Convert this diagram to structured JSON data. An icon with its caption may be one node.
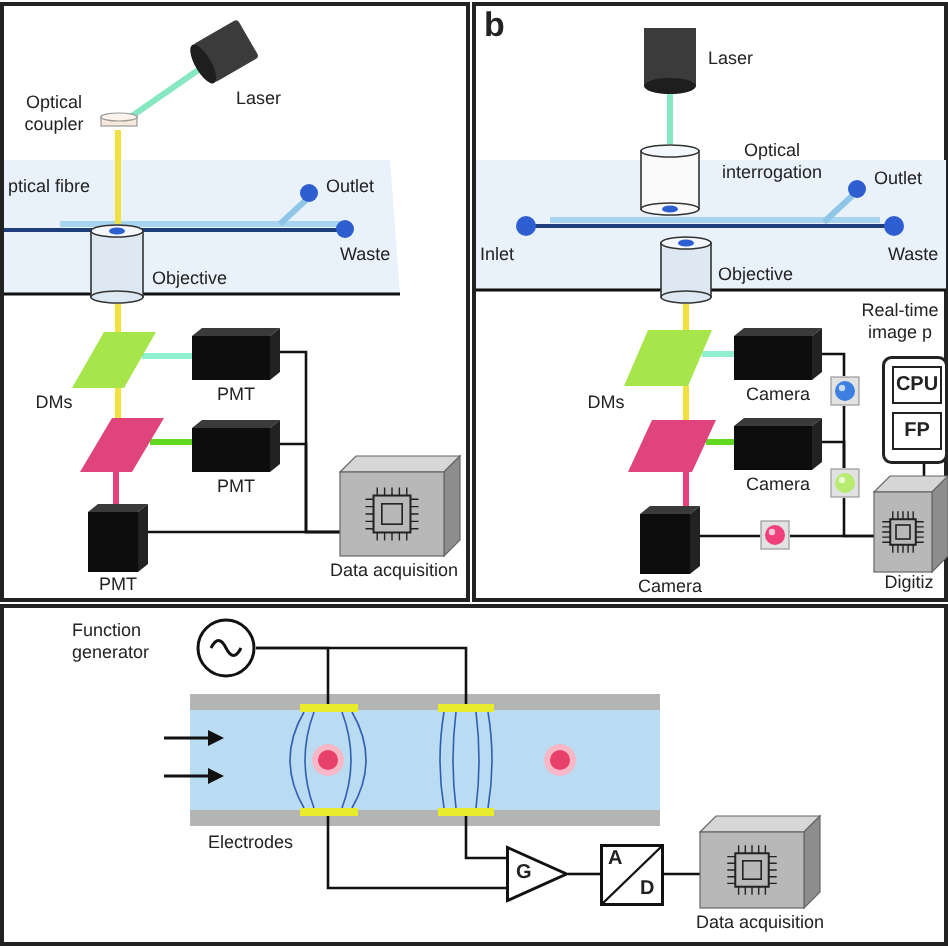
{
  "diagram": {
    "nodes": [
      {
        "text": [
          "Laser"
        ]
      },
      {
        "text": [
          "Optical coupler"
        ]
      },
      {
        "text": [
          "Outlet"
        ]
      },
      {
        "text": [
          "Waste"
        ]
      },
      {
        "text": [
          "Objective"
        ]
      },
      {
        "text": [],
        "shape": "parallelogram"
      },
      {
        "text": [],
        "shape": "parallelogram"
      },
      {
        "text": [
          "PMT"
        ]
      },
      {
        "text": [
          "PMT"
        ]
      },
      {
        "text": [
          "PMT"
        ]
      },
      {
        "text": [
          "Data acquisition"
        ]
      },
      {
        "text": [
          "Laser"
        ]
      },
      {
        "text": [
          "Optical interrogation"
        ]
      },
      {
        "text": [
          "Inlet"
        ]
      },
      {
        "text": [
          "Outlet"
        ]
      },
      {
        "text": [
          "Waste"
        ]
      },
      {
        "text": [
          "Objective"
        ]
      },
      {
        "text": [],
        "shape": "parallelogram"
      },
      {
        "text": [],
        "shape": "parallelogram"
      },
      {
        "text": [
          "Camera"
        ]
      },
      {
        "text": [
          "Camera"
        ]
      },
      {
        "text": [
          "Camera"
        ]
      },
      {
        "text": [],
        "shape": "box"
      },
      {
        "text": [],
        "shape": "box"
      },
      {
        "text": [],
        "shape": "box"
      },
      {
        "text": [
          "Real-time image p"
        ]
      },
      {
        "text": [
          "CPU"
        ],
        "in": 25
      },
      {
        "text": [
          "FP"
        ],
        "in": 25
      },
      {
        "text": [
          "Digitiz"
        ]
      },
      {
        "text": [
          "Function generator"
        ]
      },
      {
        "text": [],
        "shape": "bar"
      },
      {
        "text": [],
        "shape": "bar"
      },
      {
        "text": [],
        "shape": "bar"
      },
      {
        "text": [],
        "shape": "bar"
      },
      {
        "text": [
          "G"
        ]
      },
      {
        "text": [
          "A",
          "D"
        ]
      },
      {
        "text": [
          "Data acquisition"
        ]
      }
    ],
    "edges": [
      {
        "from": 0,
        "to": 1,
        "arrow": "none",
        "style": "thick",
        "color": "#86e8c0"
      },
      {
        "from": 1,
        "to": 4,
        "arrow": "none",
        "style": "thick",
        "color": "#f0e040"
      },
      {
        "from": 4,
        "to": 5,
        "arrow": "none",
        "style": "thick",
        "color": "#f0e040"
      },
      {
        "from": 5,
        "to": 7,
        "arrow": "none",
        "style": "thick",
        "color": "#8ff0d0"
      },
      {
        "from": 5,
        "to": 6,
        "arrow": "none",
        "style": "thick",
        "color": "#f0e040"
      },
      {
        "from": 6,
        "to": 8,
        "arrow": "none",
        "style": "thick",
        "color": "#5fd81e"
      },
      {
        "from": 6,
        "to": 9,
        "arrow": "none",
        "style": "thick",
        "color": "#e6407e"
      },
      {
        "from": 7,
        "to": 10,
        "arrow": "none"
      },
      {
        "from": 8,
        "to": 10,
        "arrow": "none"
      },
      {
        "from": 9,
        "to": 10,
        "arrow": "none"
      },
      {
        "from": 11,
        "to": 12,
        "arrow": "none",
        "style": "thick",
        "color": "#86e8c0"
      },
      {
        "from": 16,
        "to": 17,
        "arrow": "none",
        "style": "thick",
        "color": "#f0e040"
      },
      {
        "from": 17,
        "to": 19,
        "arrow": "none",
        "style": "thick",
        "color": "#8ff0d0"
      },
      {
        "from": 17,
        "to": 18,
        "arrow": "none",
        "style": "thick",
        "color": "#f0e040"
      },
      {
        "from": 18,
        "to": 20,
        "arrow": "none",
        "style": "thick",
        "color": "#5fd81e"
      },
      {
        "from": 18,
        "to": 21,
        "arrow": "none",
        "style": "thick",
        "color": "#e6407e"
      },
      {
        "from": 19,
        "to": 22,
        "arrow": "none"
      },
      {
        "from": 22,
        "to": 23,
        "arrow": "none"
      },
      {
        "from": 20,
        "to": 23,
        "arrow": "none"
      },
      {
        "from": 23,
        "to": 28,
        "arrow": "none"
      },
      {
        "from": 21,
        "to": 24,
        "arrow": "none"
      },
      {
        "from": 24,
        "to": 28,
        "arrow": "none"
      },
      {
        "from": 28,
        "to": 25,
        "arrow": "none"
      },
      {
        "from": 29,
        "to": 30,
        "arrow": "none"
      },
      {
        "from": 29,
        "to": 32,
        "arrow": "none"
      },
      {
        "from": 33,
        "to": 34,
        "arrow": "none"
      },
      {
        "from": 31,
        "to": 34,
        "arrow": "none"
      },
      {
        "from": 34,
        "to": 35,
        "arrow": "none"
      },
      {
        "from": 35,
        "to": 36,
        "arrow": "none"
      }
    ],
    "labels": [
      "b",
      "ptical fibre",
      "DMs",
      "DMs",
      "Electrodes"
    ]
  }
}
